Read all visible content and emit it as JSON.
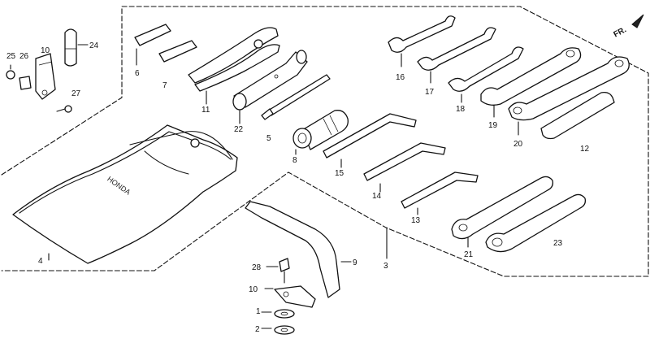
{
  "bag_brand": "HONDA",
  "direction_mark": "FR.",
  "callouts": {
    "c1": "1",
    "c2": "2",
    "c3": "3",
    "c4": "4",
    "c5": "5",
    "c6": "6",
    "c7": "7",
    "c8": "8",
    "c9": "9",
    "c10a": "10",
    "c10b": "10",
    "c11": "11",
    "c12": "12",
    "c13": "13",
    "c14": "14",
    "c15": "15",
    "c16": "16",
    "c17": "17",
    "c18": "18",
    "c19": "19",
    "c20": "20",
    "c21": "21",
    "c22": "22",
    "c23": "23",
    "c24": "24",
    "c25": "25",
    "c26": "26",
    "c27": "27",
    "c28": "28"
  }
}
